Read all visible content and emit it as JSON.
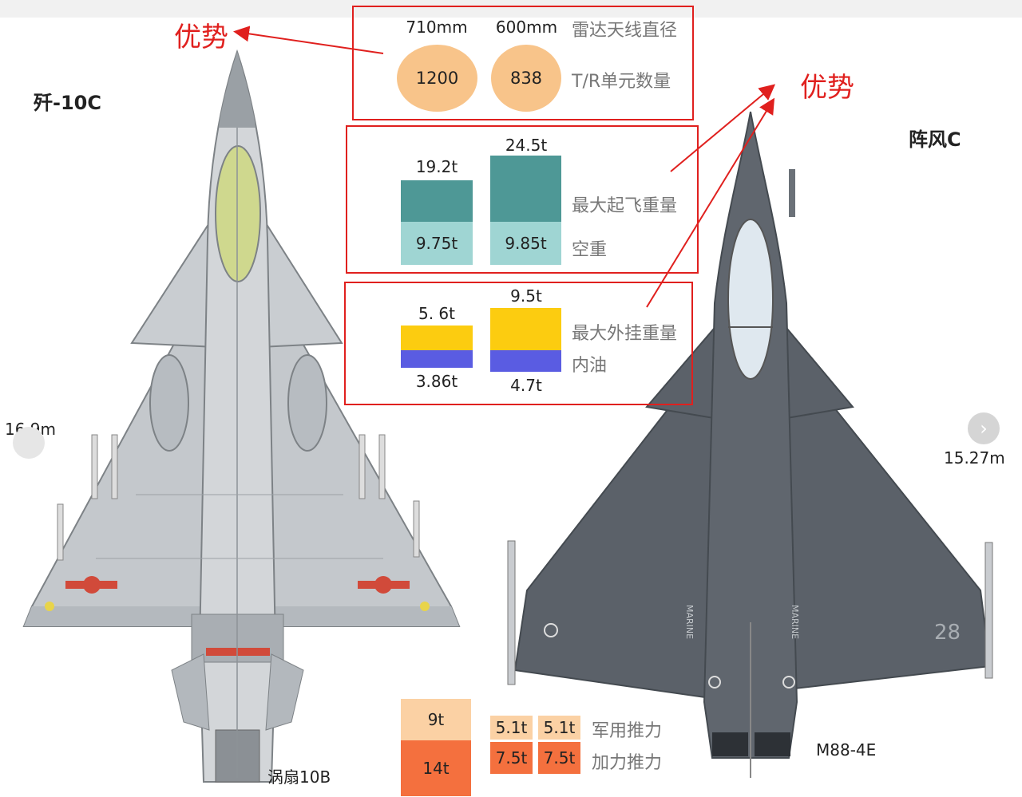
{
  "aircraft_left": {
    "name": "歼-10C",
    "length": "16.9m",
    "engine": "涡扇10B"
  },
  "aircraft_right": {
    "name": "阵风C",
    "length": "15.27m",
    "engine": "M88-4E",
    "tail_number": "28",
    "marking": "MARINE"
  },
  "advantage_label": "优势",
  "radar": {
    "diameter_label": "雷达天线直径",
    "tr_label": "T/R单元数量",
    "left": {
      "diameter": "710mm",
      "tr_units": "1200"
    },
    "right": {
      "diameter": "600mm",
      "tr_units": "838"
    }
  },
  "weight": {
    "max_takeoff_label": "最大起飞重量",
    "empty_label": "空重",
    "left": {
      "max_takeoff": "19.2t",
      "empty": "9.75t"
    },
    "right": {
      "max_takeoff": "24.5t",
      "empty": "9.85t"
    }
  },
  "payload": {
    "external_label": "最大外挂重量",
    "fuel_label": "内油",
    "left": {
      "external": "5. 6t",
      "fuel": "3.86t"
    },
    "right": {
      "external": "9.5t",
      "fuel": "4.7t"
    }
  },
  "thrust": {
    "military_label": "军用推力",
    "afterburner_label": "加力推力",
    "left": {
      "military": "9t",
      "afterburner": "14t"
    },
    "right": {
      "military": [
        "5.1t",
        "5.1t"
      ],
      "afterburner": [
        "7.5t",
        "7.5t"
      ]
    }
  },
  "colors": {
    "radar_fill": "#f8c48a",
    "weight_max": "#4e9896",
    "weight_empty": "#9fd5d3",
    "payload_external": "#fccc10",
    "payload_fuel": "#5a5ce2",
    "thrust_military": "#fbd1a4",
    "thrust_afterburner": "#f4703e",
    "highlight_red": "#e0201e",
    "j10_body": "#c4c8cc",
    "rafale_body": "#5b6169"
  }
}
